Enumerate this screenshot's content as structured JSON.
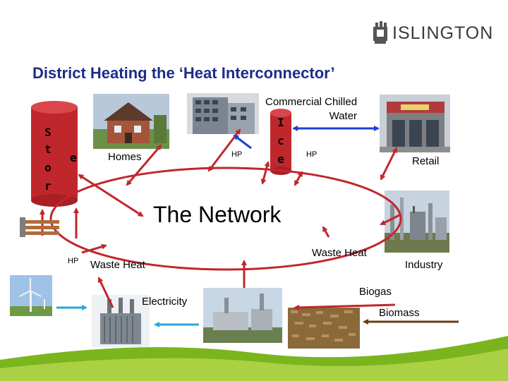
{
  "header": {
    "logo_text": "ISLINGTON",
    "title": "District Heating the ‘Heat Interconnector’"
  },
  "store": {
    "letters": [
      "S",
      "t",
      "o",
      "r"
    ],
    "side_letter": "e"
  },
  "ice": {
    "letters": [
      "I",
      "c",
      "e"
    ]
  },
  "labels": {
    "homes": "Homes",
    "commercial_chilled_water": "Commercial Chilled\nWater",
    "retail": "Retail",
    "network": "The Network",
    "waste_heat_left": "Waste Heat",
    "waste_heat_right": "Waste Heat",
    "industry": "Industry",
    "electricity": "Electricity",
    "biogas": "Biogas",
    "biomass": "Biomass",
    "hp_office": "HP",
    "hp_retail": "HP",
    "hp_left": "HP"
  },
  "colors": {
    "title": "#1e2c8a",
    "network_arrows": "#c0272d",
    "chilled_arrows": "#1f3fd6",
    "electric_arrows": "#2aa6d6",
    "biomass_arrow": "#6b3a12",
    "store_tank": "#c0272d",
    "ice_tank": "#c0272d",
    "footer_green": "#7ab51d"
  }
}
